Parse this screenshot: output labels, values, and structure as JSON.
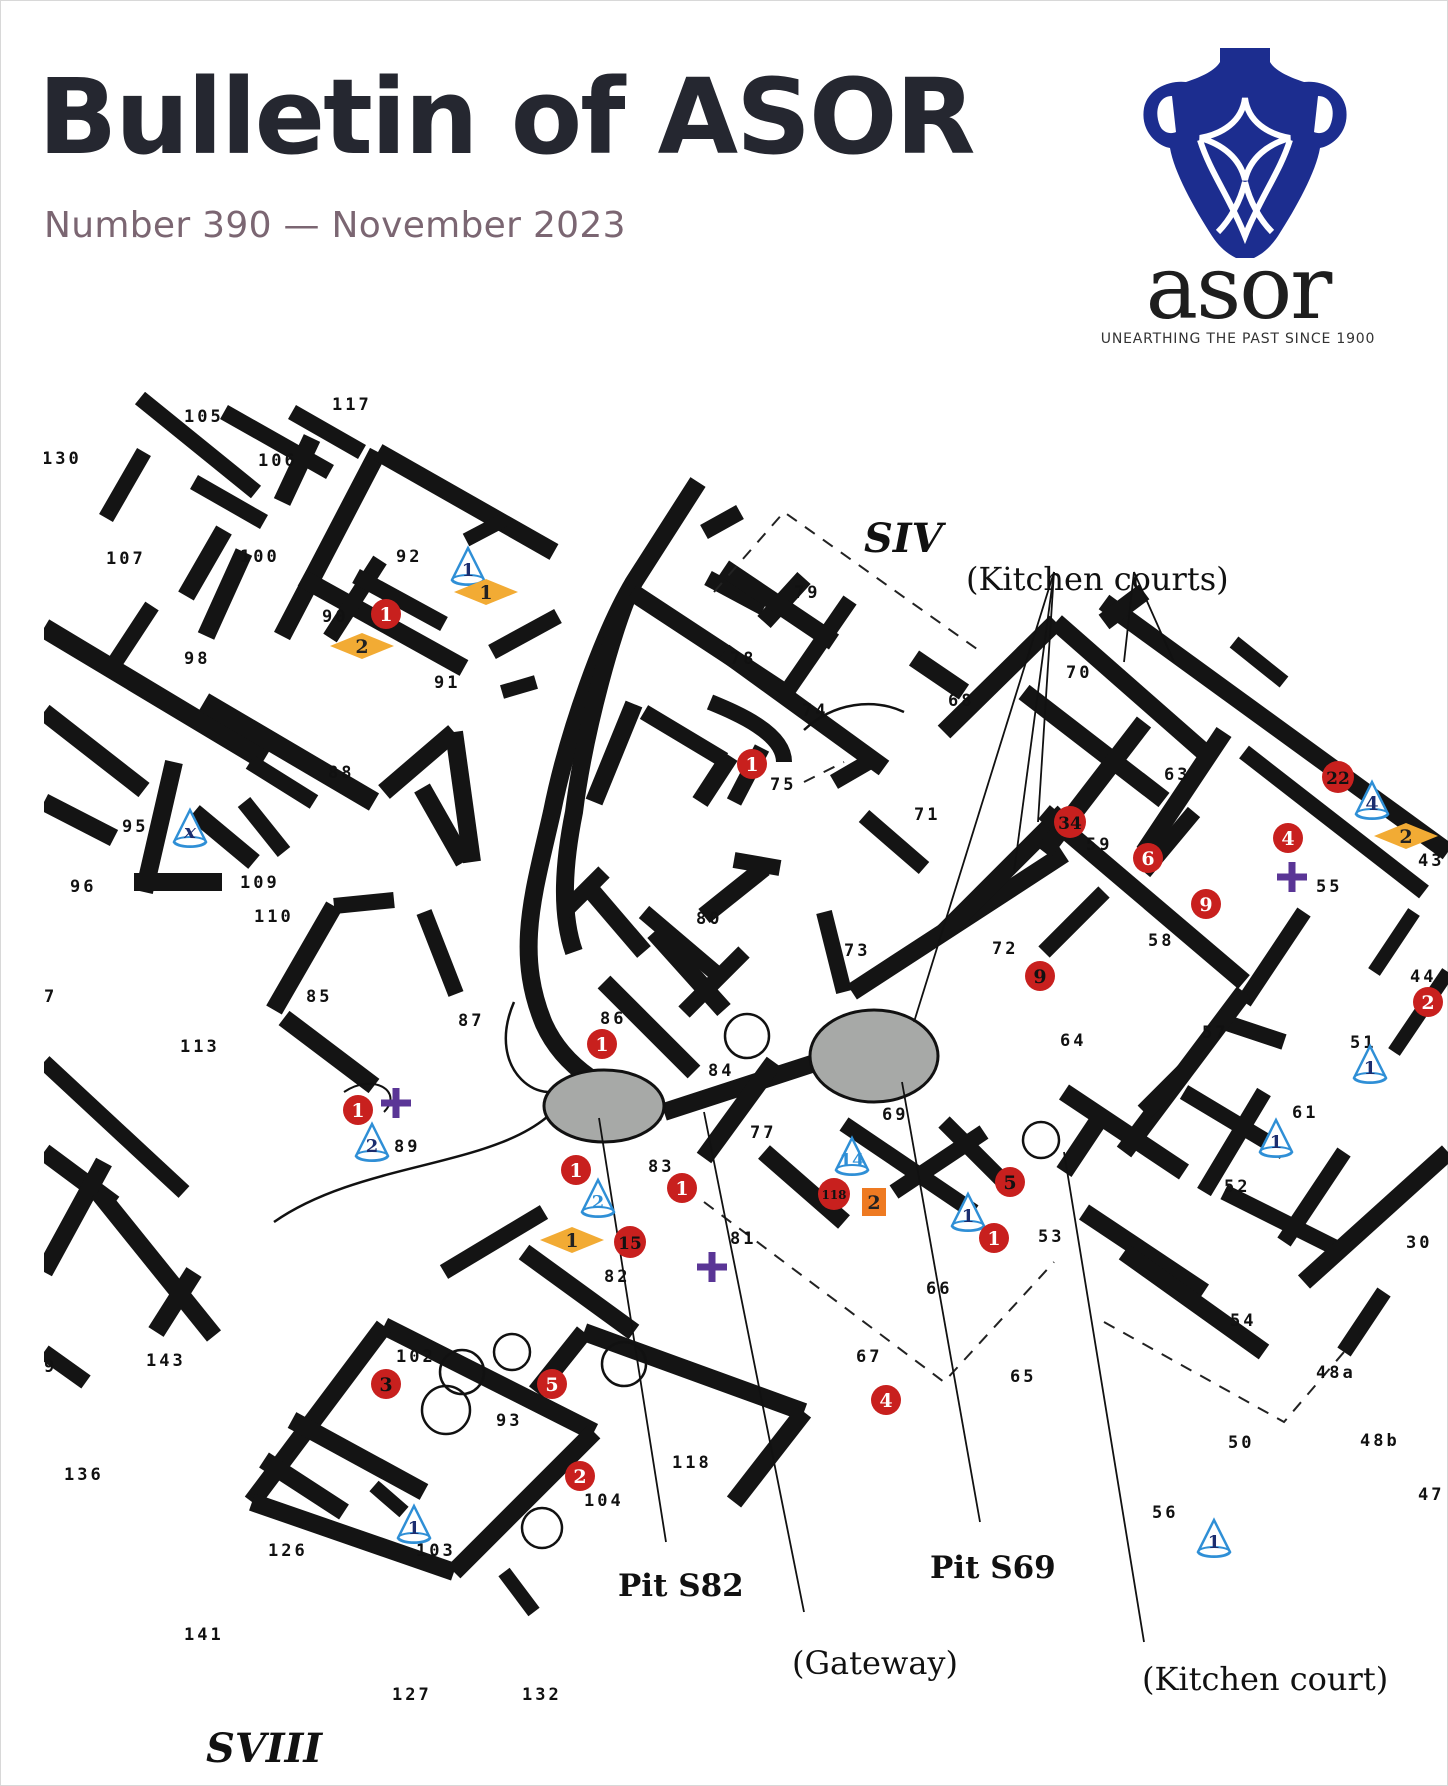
{
  "header": {
    "title": "Bulletin of ASOR",
    "issue": "Number 390 — November 2023"
  },
  "logo": {
    "wordmark": "asor",
    "tagline": "UNEARTHING THE PAST SINCE 1900",
    "colors": {
      "jar": "#1c2d8f",
      "wordmark": "#1e1e1e"
    }
  },
  "plan": {
    "sector_labels": {
      "siv": "SIV",
      "sviii": "SVIII"
    },
    "annotations": {
      "kitchen_courts": "(Kitchen courts)",
      "kitchen_court": "(Kitchen court)",
      "gateway": "(Gateway)",
      "pit_s82": "Pit S82",
      "pit_s69": "Pit S69"
    },
    "rooms": [
      {
        "id": "r105",
        "label": "105"
      },
      {
        "id": "r117",
        "label": "117"
      },
      {
        "id": "r130",
        "label": "130"
      },
      {
        "id": "r106",
        "label": "106"
      },
      {
        "id": "r107",
        "label": "107"
      },
      {
        "id": "r100",
        "label": "100"
      },
      {
        "id": "r92",
        "label": "92"
      },
      {
        "id": "r90",
        "label": "90"
      },
      {
        "id": "r98",
        "label": "98"
      },
      {
        "id": "r91",
        "label": "91"
      },
      {
        "id": "r88",
        "label": "88"
      },
      {
        "id": "r95",
        "label": "95"
      },
      {
        "id": "r96",
        "label": "96"
      },
      {
        "id": "r109",
        "label": "109"
      },
      {
        "id": "r110",
        "label": "110"
      },
      {
        "id": "r85",
        "label": "85"
      },
      {
        "id": "r7",
        "label": "7"
      },
      {
        "id": "r87",
        "label": "87"
      },
      {
        "id": "r113",
        "label": "113"
      },
      {
        "id": "r89",
        "label": "89"
      },
      {
        "id": "r79",
        "label": "79"
      },
      {
        "id": "r78",
        "label": "78"
      },
      {
        "id": "r74",
        "label": "74"
      },
      {
        "id": "r68",
        "label": "68"
      },
      {
        "id": "r70",
        "label": "70"
      },
      {
        "id": "r75",
        "label": "75"
      },
      {
        "id": "r63",
        "label": "63"
      },
      {
        "id": "r71",
        "label": "71"
      },
      {
        "id": "r59",
        "label": "59"
      },
      {
        "id": "r55",
        "label": "55"
      },
      {
        "id": "r43",
        "label": "43"
      },
      {
        "id": "r80",
        "label": "80"
      },
      {
        "id": "r73",
        "label": "73"
      },
      {
        "id": "r72",
        "label": "72"
      },
      {
        "id": "r58",
        "label": "58"
      },
      {
        "id": "r44",
        "label": "44"
      },
      {
        "id": "r86",
        "label": "86"
      },
      {
        "id": "r84",
        "label": "84"
      },
      {
        "id": "r64",
        "label": "64"
      },
      {
        "id": "r57",
        "label": "57"
      },
      {
        "id": "r51",
        "label": "51"
      },
      {
        "id": "r77",
        "label": "77"
      },
      {
        "id": "r69",
        "label": "69"
      },
      {
        "id": "r61",
        "label": "61"
      },
      {
        "id": "r83",
        "label": "83"
      },
      {
        "id": "r52",
        "label": "52"
      },
      {
        "id": "r81",
        "label": "81"
      },
      {
        "id": "r53",
        "label": "53"
      },
      {
        "id": "r30",
        "label": "30"
      },
      {
        "id": "r82",
        "label": "82"
      },
      {
        "id": "r66",
        "label": "66"
      },
      {
        "id": "r54",
        "label": "54"
      },
      {
        "id": "r143",
        "label": "143"
      },
      {
        "id": "r102",
        "label": "102"
      },
      {
        "id": "r67",
        "label": "67"
      },
      {
        "id": "r65",
        "label": "65"
      },
      {
        "id": "r48a",
        "label": "48a"
      },
      {
        "id": "r93",
        "label": "93"
      },
      {
        "id": "r136",
        "label": "136"
      },
      {
        "id": "r118r",
        "label": "118"
      },
      {
        "id": "r50",
        "label": "50"
      },
      {
        "id": "r48b",
        "label": "48b"
      },
      {
        "id": "r104",
        "label": "104"
      },
      {
        "id": "r47",
        "label": "47"
      },
      {
        "id": "r56",
        "label": "56"
      },
      {
        "id": "r126",
        "label": "126"
      },
      {
        "id": "r103",
        "label": "103"
      },
      {
        "id": "r141",
        "label": "141"
      },
      {
        "id": "r127",
        "label": "127"
      },
      {
        "id": "r132",
        "label": "132"
      },
      {
        "id": "r9",
        "label": "9"
      }
    ],
    "markers": [
      {
        "type": "circle",
        "label": "1"
      },
      {
        "type": "diamond",
        "label": "2"
      },
      {
        "type": "cone",
        "label": "1"
      },
      {
        "type": "diamond",
        "label": "1"
      },
      {
        "type": "cone",
        "label": "x"
      },
      {
        "type": "circle",
        "label": "1"
      },
      {
        "type": "circle",
        "label": "22"
      },
      {
        "type": "cone",
        "label": "4"
      },
      {
        "type": "diamond",
        "label": "2"
      },
      {
        "type": "circle",
        "label": "34"
      },
      {
        "type": "circle",
        "label": "6"
      },
      {
        "type": "circle",
        "label": "4"
      },
      {
        "type": "circle",
        "label": "9"
      },
      {
        "type": "circle",
        "label": "9"
      },
      {
        "type": "circle",
        "label": "2"
      },
      {
        "type": "circle",
        "label": "1"
      },
      {
        "type": "cone",
        "label": "1"
      },
      {
        "type": "circle",
        "label": "1"
      },
      {
        "type": "cone",
        "label": "2"
      },
      {
        "type": "cone",
        "label": "1"
      },
      {
        "type": "circle",
        "label": "1"
      },
      {
        "type": "circle",
        "label": "1"
      },
      {
        "type": "cone",
        "label": "2"
      },
      {
        "type": "diamond",
        "label": "1"
      },
      {
        "type": "circle",
        "label": "15"
      },
      {
        "type": "cone",
        "label": "14"
      },
      {
        "type": "circle",
        "label": "118"
      },
      {
        "type": "square",
        "label": "2"
      },
      {
        "type": "circle",
        "label": "5"
      },
      {
        "type": "cone",
        "label": "1"
      },
      {
        "type": "circle",
        "label": "1"
      },
      {
        "type": "circle",
        "label": "3"
      },
      {
        "type": "circle",
        "label": "5"
      },
      {
        "type": "circle",
        "label": "2"
      },
      {
        "type": "circle",
        "label": "4"
      },
      {
        "type": "cone",
        "label": "1"
      },
      {
        "type": "cone",
        "label": "1"
      }
    ],
    "marker_colors": {
      "circle": "#c8201e",
      "diamond": "#f2ab34",
      "cone": "#2f8fd6",
      "square": "#ee7a22",
      "cross": "#5a3596",
      "pit": "#a7a9a7"
    }
  }
}
